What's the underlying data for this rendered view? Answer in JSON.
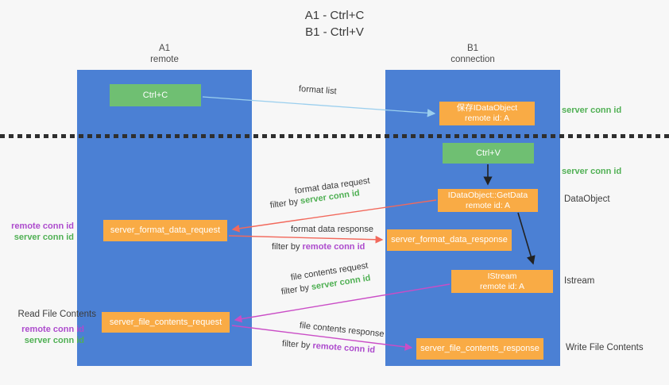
{
  "title": {
    "line1": "A1 - Ctrl+C",
    "line2": "B1 - Ctrl+V"
  },
  "columns": {
    "left": {
      "id": "A1",
      "name": "remote"
    },
    "right": {
      "id": "B1",
      "name": "connection"
    }
  },
  "nodes": {
    "ctrl_c": {
      "label": "Ctrl+C"
    },
    "save_idataobject": {
      "line1": "保存IDataObject",
      "line2": "remote id: A"
    },
    "ctrl_v": {
      "label": "Ctrl+V"
    },
    "getdata": {
      "line1": "IDataObject::GetData",
      "line2": "remote id: A"
    },
    "format_request": {
      "label": "server_format_data_request"
    },
    "format_response": {
      "label": "server_format_data_response"
    },
    "istream": {
      "line1": "IStream",
      "line2": "remote id: A"
    },
    "file_request": {
      "label": "server_file_contents_request"
    },
    "file_response": {
      "label": "server_file_contents_response"
    }
  },
  "side_labels": {
    "server_conn_id_top": "server conn id",
    "server_conn_id_mid": "server conn id",
    "dataobject": "DataObject",
    "remote_conn_id_fmt": "remote conn id",
    "server_conn_id_fmt": "server conn id",
    "istream_right": "Istream",
    "read_file_contents": "Read File Contents",
    "remote_conn_id_file": "remote conn id",
    "server_conn_id_file": "server conn id",
    "write_file_contents": "Write File Contents"
  },
  "arrow_labels": {
    "format_list": "format list",
    "format_data_request": "format data request",
    "filter_by_1": "filter by ",
    "filter_value_1": "server conn id",
    "format_data_response": "format data response",
    "filter_by_2": "filter by ",
    "filter_value_2": "remote conn id",
    "file_contents_request": "file contents request",
    "filter_by_3": "filter by ",
    "filter_value_3": "server conn id",
    "file_contents_response": "file contents response",
    "filter_by_4": "filter by ",
    "filter_value_4": "remote conn id"
  },
  "colors": {
    "lifeline_blue": "#4b80d4",
    "node_orange": "#f9ab45",
    "node_green": "#6fbf72",
    "green_text": "#50b054",
    "purple_text": "#ad4bcd",
    "salmon_arrow": "#f2695c",
    "magenta_arrow": "#ca4dc6",
    "light_blue_arrow": "#9bcfee",
    "black_arrow": "#222222",
    "background": "#f7f7f7"
  }
}
